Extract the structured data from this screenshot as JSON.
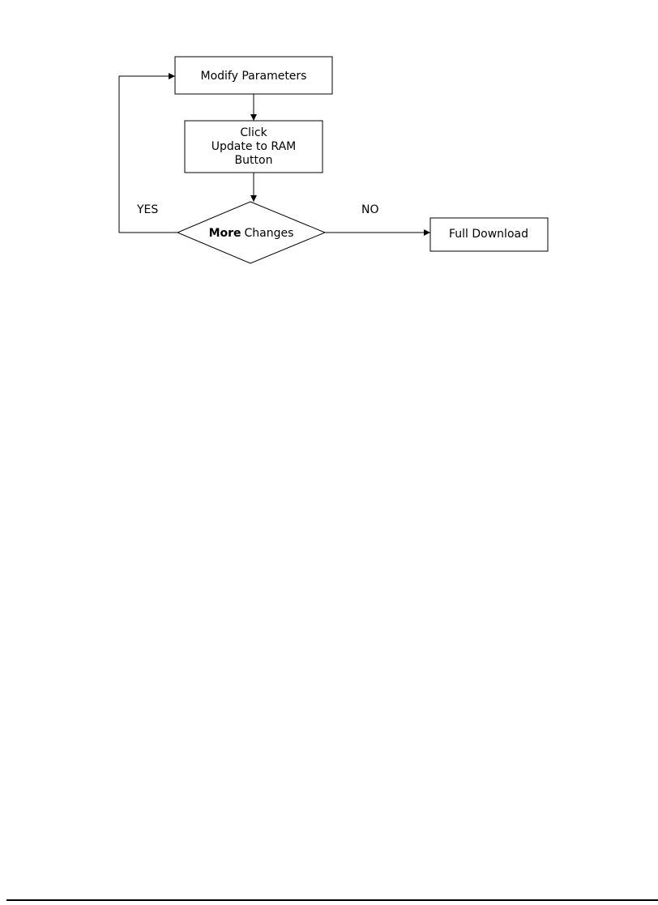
{
  "diagram": {
    "steps": {
      "modify": "Modify Parameters",
      "click_line1": "Click",
      "click_line2": "Update to RAM",
      "click_line3": "Button",
      "decision_bold": "More",
      "decision_rest": "Changes",
      "download": "Full Download"
    },
    "branches": {
      "yes": "YES",
      "no": "NO"
    }
  }
}
